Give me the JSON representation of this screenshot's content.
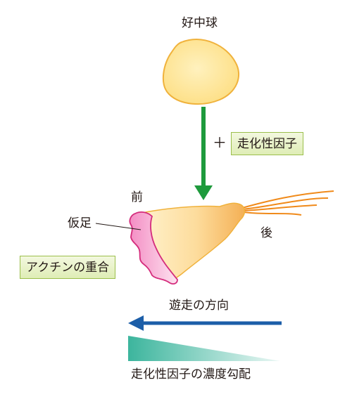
{
  "labels": {
    "neutrophil": "好中球",
    "plus": "＋",
    "chemotactic_factor": "走化性因子",
    "front": "前",
    "pseudopod": "仮足",
    "rear": "後",
    "actin_polymerization": "アクチンの重合",
    "migration_direction": "遊走の方向",
    "gradient": "走化性因子の濃度勾配"
  },
  "colors": {
    "cell_fill": "#fde39a",
    "cell_stroke": "#f0b23c",
    "arrow_green": "#1e9a3c",
    "arrow_blue": "#1c5ea8",
    "pseudopod_fill": "#f6a8d0",
    "pseudopod_stroke": "#d42c7c",
    "flagella": "#f08a1a",
    "gradient_teal": "#3cb59d",
    "box_border": "#9bbf4b"
  }
}
